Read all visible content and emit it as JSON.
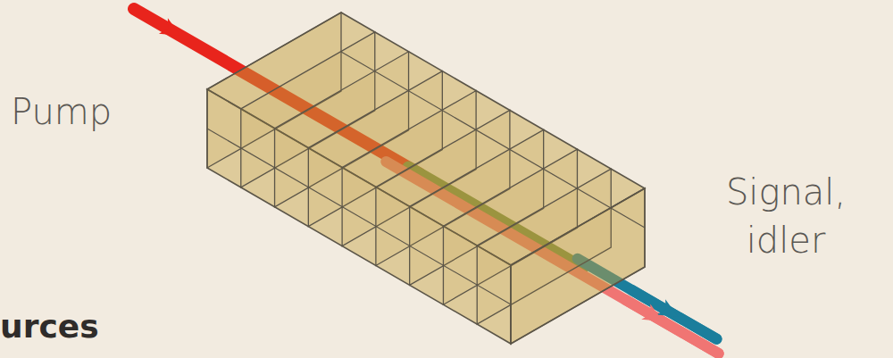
{
  "diagram": {
    "labels": [
      "Pump",
      "Signal, idler",
      "urces"
    ]
  }
}
